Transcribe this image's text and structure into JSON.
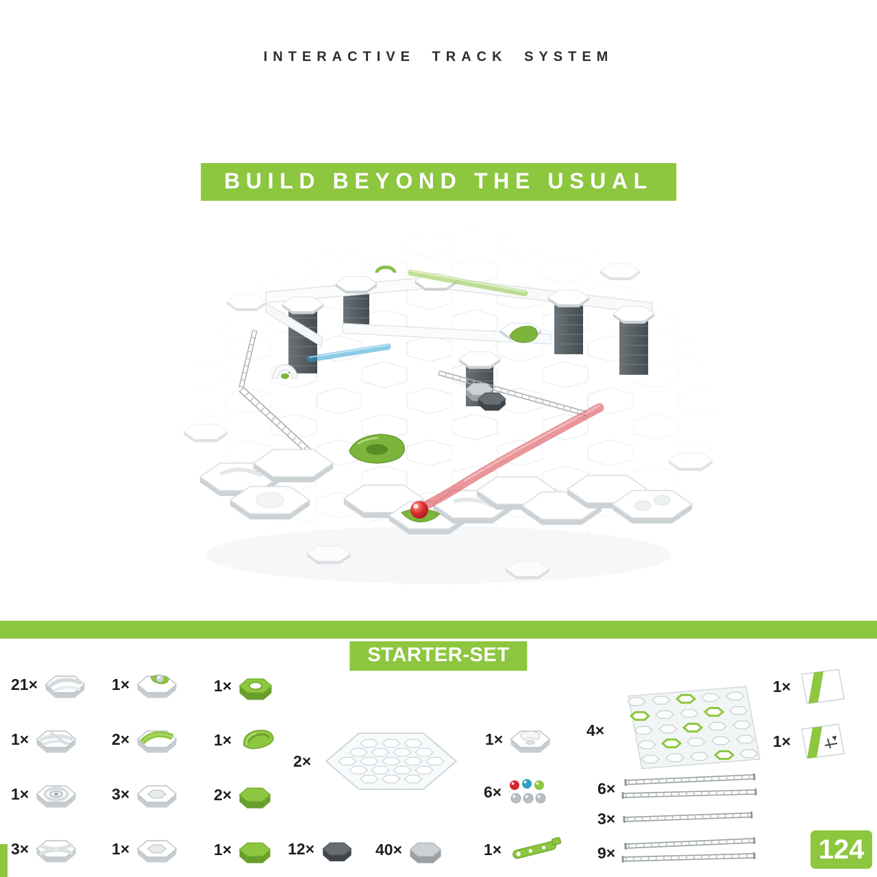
{
  "colors": {
    "accent": "#8dc63f",
    "accent_dark": "#6fa32c"
  },
  "header": {
    "title": "INTERACTIVE TRACK SYSTEM"
  },
  "banner": {
    "text": "BUILD BEYOND THE USUAL"
  },
  "parts": {
    "title": "STARTER-SET",
    "total": "124",
    "items": {
      "curve_tile": {
        "qty": "21×",
        "icon": "curve-tile-icon"
      },
      "ball_start_tile": {
        "qty": "1×",
        "icon": "ball-start-tile-icon"
      },
      "green_hex_ring": {
        "qty": "1×",
        "icon": "green-hex-ring-icon"
      },
      "manual_sheet": {
        "qty": "1×",
        "icon": "manual-sheet-icon"
      },
      "junction_tile": {
        "qty": "1×",
        "icon": "junction-tile-icon"
      },
      "green_curve_tile": {
        "qty": "2×",
        "icon": "green-curve-tile-icon"
      },
      "green_insert": {
        "qty": "1×",
        "icon": "green-insert-icon"
      },
      "clear_hex_plate": {
        "qty": "2×",
        "icon": "clear-hex-plate-icon"
      },
      "catcher_tile": {
        "qty": "1×",
        "icon": "catcher-tile-icon"
      },
      "base_plate": {
        "qty": "4×",
        "icon": "base-plate-icon"
      },
      "plan_sheet": {
        "qty": "1×",
        "icon": "plan-sheet-icon"
      },
      "vortex_tile": {
        "qty": "1×",
        "icon": "vortex-tile-icon"
      },
      "open_hex_tile_a": {
        "qty": "3×",
        "icon": "open-hex-tile-icon"
      },
      "green_hex_pair": {
        "qty": "2×",
        "icon": "green-hex-icon"
      },
      "marble_set": {
        "qty": "6×",
        "icon": "marbles-icon"
      },
      "rails_long": {
        "qty": "6×",
        "icon": "rails-icon"
      },
      "rails_medium": {
        "qty": "3×",
        "icon": "rails-icon"
      },
      "crossing_tile": {
        "qty": "3×",
        "icon": "crossing-tile-icon"
      },
      "open_hex_tile_b": {
        "qty": "1×",
        "icon": "open-hex-tile-icon"
      },
      "green_hex_single": {
        "qty": "1×",
        "icon": "green-hex-icon"
      },
      "dark_hex_stones": {
        "qty": "12×",
        "icon": "dark-hex-stone-icon"
      },
      "gray_hex_stones": {
        "qty": "40×",
        "icon": "gray-hex-stone-icon"
      },
      "green_lever": {
        "qty": "1×",
        "icon": "green-lever-icon"
      },
      "rails_short": {
        "qty": "9×",
        "icon": "rails-icon"
      }
    }
  }
}
